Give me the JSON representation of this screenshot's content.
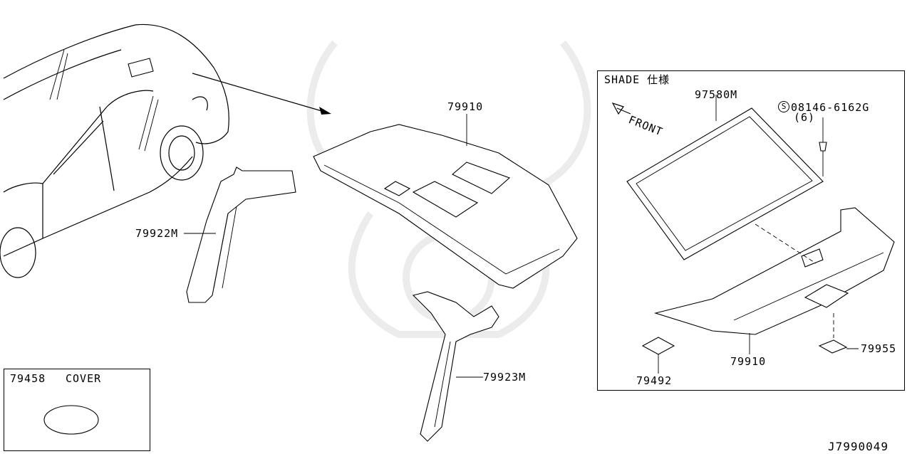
{
  "parts": {
    "headlining": "79910",
    "pillar_left": "79922M",
    "pillar_right": "79923M",
    "shade_unit": "97580M",
    "bolt": "08146-6162G",
    "bolt_qty": "(6)",
    "shade_lining": "79910",
    "pad": "79492",
    "clip": "79955"
  },
  "shade_box": {
    "title": "SHADE 仕様",
    "front_label": "FRONT",
    "bolt_marker": "S"
  },
  "cover_box": {
    "part_no": "79458",
    "name": "COVER"
  },
  "diagram_id": "J7990049"
}
